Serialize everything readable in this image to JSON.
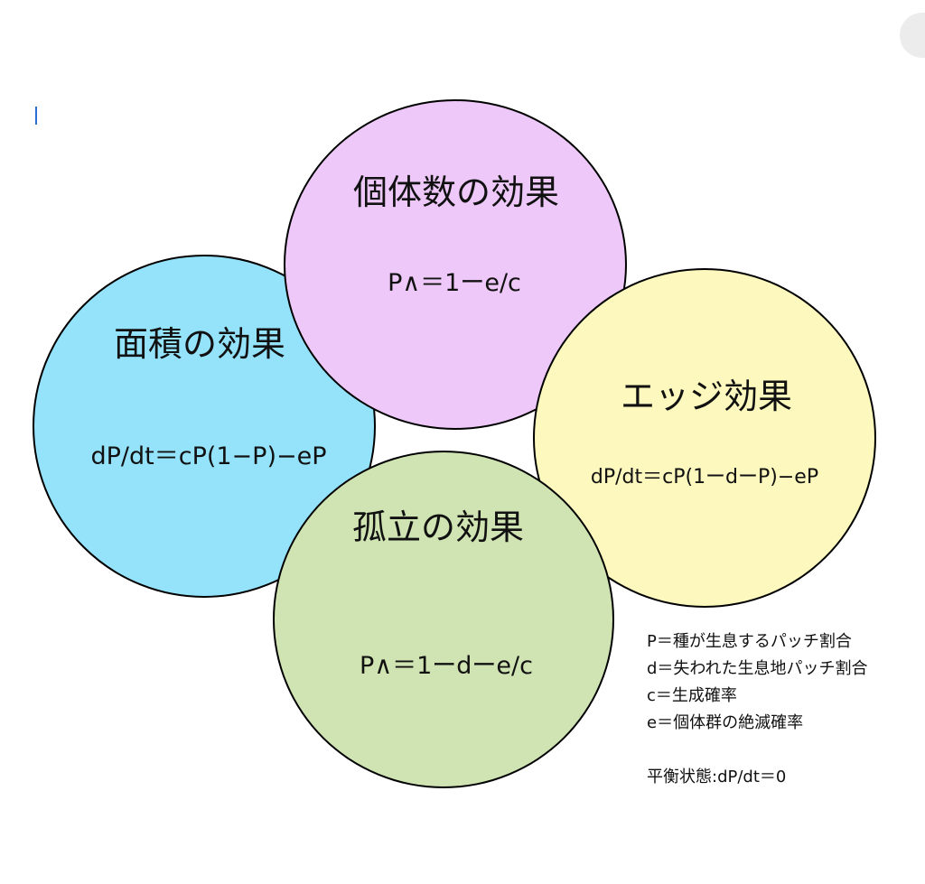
{
  "colors": {
    "area_fill": "#95e2fb",
    "population_fill": "#edc8f8",
    "edge_fill": "#fdf8bd",
    "isolation_fill": "#cfe4b2",
    "outline": "#000000",
    "cursor": "#2f6fd0"
  },
  "circles": {
    "area": {
      "title": "面積の効果",
      "equation": "dP/dt＝cP(1−P)−eP"
    },
    "population": {
      "title": "個体数の効果",
      "equation": "P∧＝1ーe/c"
    },
    "edge": {
      "title": "エッジ効果",
      "equation": "dP/dt＝cP(1ーdーP)−eP"
    },
    "isolation": {
      "title": "孤立の効果",
      "equation": "P∧＝1ーdーe/c"
    }
  },
  "legend": {
    "lines": [
      "P＝種が生息するパッチ割合",
      "d＝失われた生息地パッチ割合",
      "c＝生成確率",
      "e＝個体群の絶滅確率"
    ],
    "equilibrium": "平衡状態:dP/dt＝0"
  }
}
